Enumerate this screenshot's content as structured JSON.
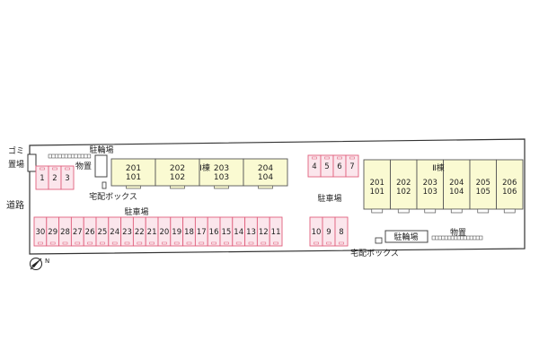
{
  "labels": {
    "garbage": [
      "ゴミ",
      "置場"
    ],
    "road": "道路",
    "bike_parking": "駐輪場",
    "storage": "物置",
    "delivery_box": "宅配ボックス",
    "parking": "駐車場",
    "building_1": "Ⅰ棟",
    "building_2": "Ⅱ棟",
    "north": "N"
  },
  "parking": {
    "left_bottom_row": [
      "30",
      "29",
      "28",
      "27",
      "26",
      "25",
      "24",
      "23",
      "22",
      "21",
      "20",
      "19",
      "18",
      "17",
      "16",
      "15",
      "14",
      "13",
      "12",
      "11"
    ],
    "left_top_row": [
      "1",
      "2",
      "3"
    ],
    "mid_top_row": [
      "4",
      "5",
      "6",
      "7"
    ],
    "mid_bottom_row": [
      "10",
      "9",
      "8"
    ]
  },
  "building_1": [
    {
      "upper": "201",
      "lower": "101"
    },
    {
      "upper": "202",
      "lower": "102"
    },
    {
      "upper": "203",
      "lower": "103"
    },
    {
      "upper": "204",
      "lower": "104"
    }
  ],
  "building_2": [
    {
      "upper": "201",
      "lower": "101"
    },
    {
      "upper": "202",
      "lower": "102"
    },
    {
      "upper": "203",
      "lower": "103"
    },
    {
      "upper": "204",
      "lower": "104"
    },
    {
      "upper": "205",
      "lower": "105"
    },
    {
      "upper": "206",
      "lower": "106"
    }
  ],
  "colors": {
    "parking_fill": "#fbe6ec",
    "parking_stroke": "#e0607e",
    "building_fill": "#fafad2",
    "building_stroke": "#555555",
    "site_stroke": "#333333"
  }
}
